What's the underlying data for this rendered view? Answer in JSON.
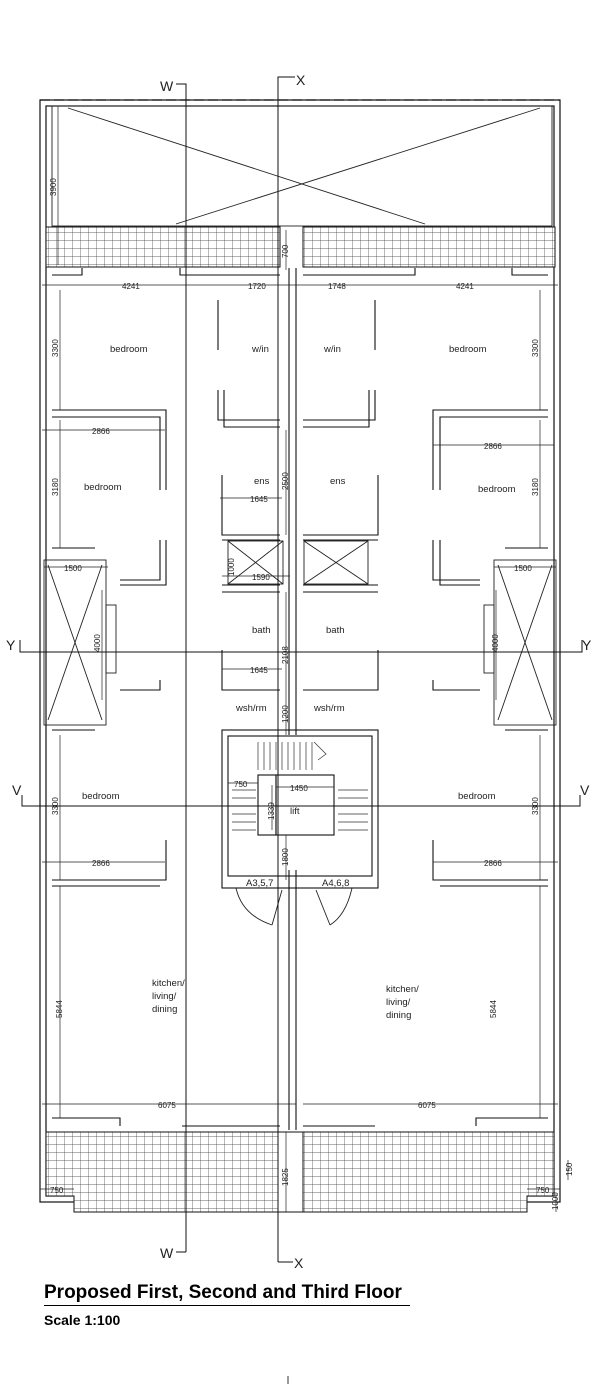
{
  "drawing": {
    "title": "Proposed First, Second and Third Floor",
    "scale": "Scale 1:100"
  },
  "section_markers": [
    "W",
    "X",
    "Y",
    "V"
  ],
  "rooms": {
    "bedroom": "bedroom",
    "walkin": "w/in",
    "ensuite": "ens",
    "bath": "bath",
    "washroom": "wsh/rm",
    "lift": "lift",
    "kitchen_line1": "kitchen/",
    "kitchen_line2": "living/",
    "kitchen_line3": "dining"
  },
  "apartments": {
    "left": "A3,5,7",
    "right": "A4,6,8"
  },
  "dimensions": {
    "d3900": "3900",
    "d700": "700",
    "d4241": "4241",
    "d1720": "1720",
    "d1748": "1748",
    "d3300": "3300",
    "d2866": "2866",
    "d3180": "3180",
    "d2500": "2500",
    "d1645": "1645",
    "d1000": "1000",
    "d1590": "1590",
    "d1500": "1500",
    "d4000": "4000",
    "d2108": "2108",
    "d1200": "1200",
    "d750": "750",
    "d1450": "1450",
    "d1339": "1339",
    "d1800": "1800",
    "d5844": "5844",
    "d6075": "6075",
    "d1825": "1825",
    "d150": "150"
  }
}
